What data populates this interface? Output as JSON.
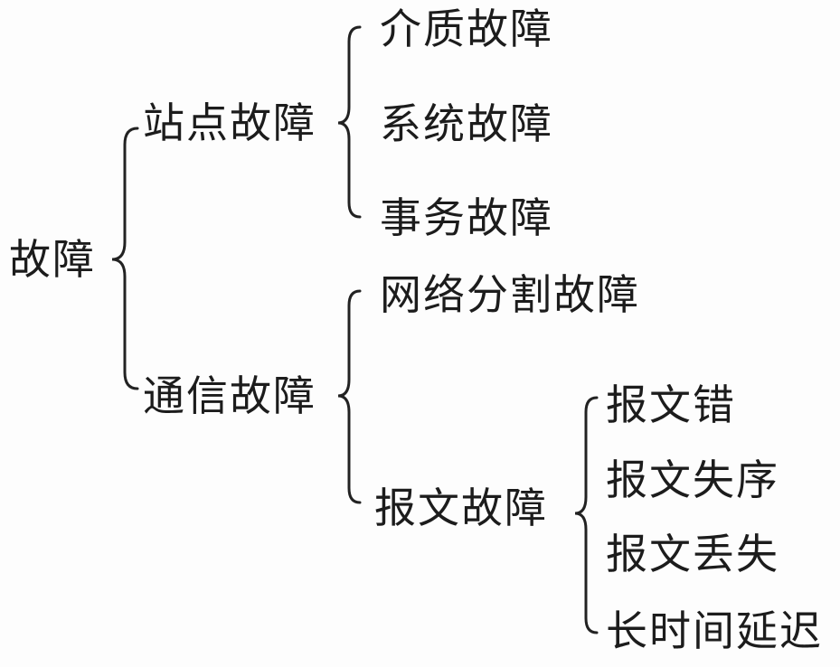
{
  "root": "故障",
  "branches": [
    {
      "label": "站点故障",
      "children": [
        "介质故障",
        "系统故障",
        "事务故障"
      ]
    },
    {
      "label": "通信故障",
      "children": [
        "网络分割故障",
        {
          "label": "报文故障",
          "children": [
            "报文错",
            "报文失序",
            "报文丢失",
            "长时间延迟"
          ]
        }
      ]
    }
  ]
}
